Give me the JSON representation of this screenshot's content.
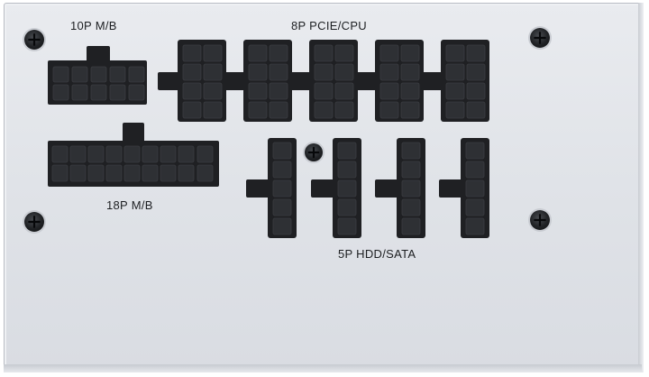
{
  "labels": {
    "mb10": "10P M/B",
    "pcie": "8P PCIE/CPU",
    "mb18": "18P M/B",
    "sata": "5P HDD/SATA"
  },
  "colors": {
    "panel": "#e1e4e9",
    "connector": "#1f2023",
    "pin": "#2e3034",
    "screw": "#1f2124"
  },
  "icons": {
    "screw": "phillips-screw-icon"
  }
}
